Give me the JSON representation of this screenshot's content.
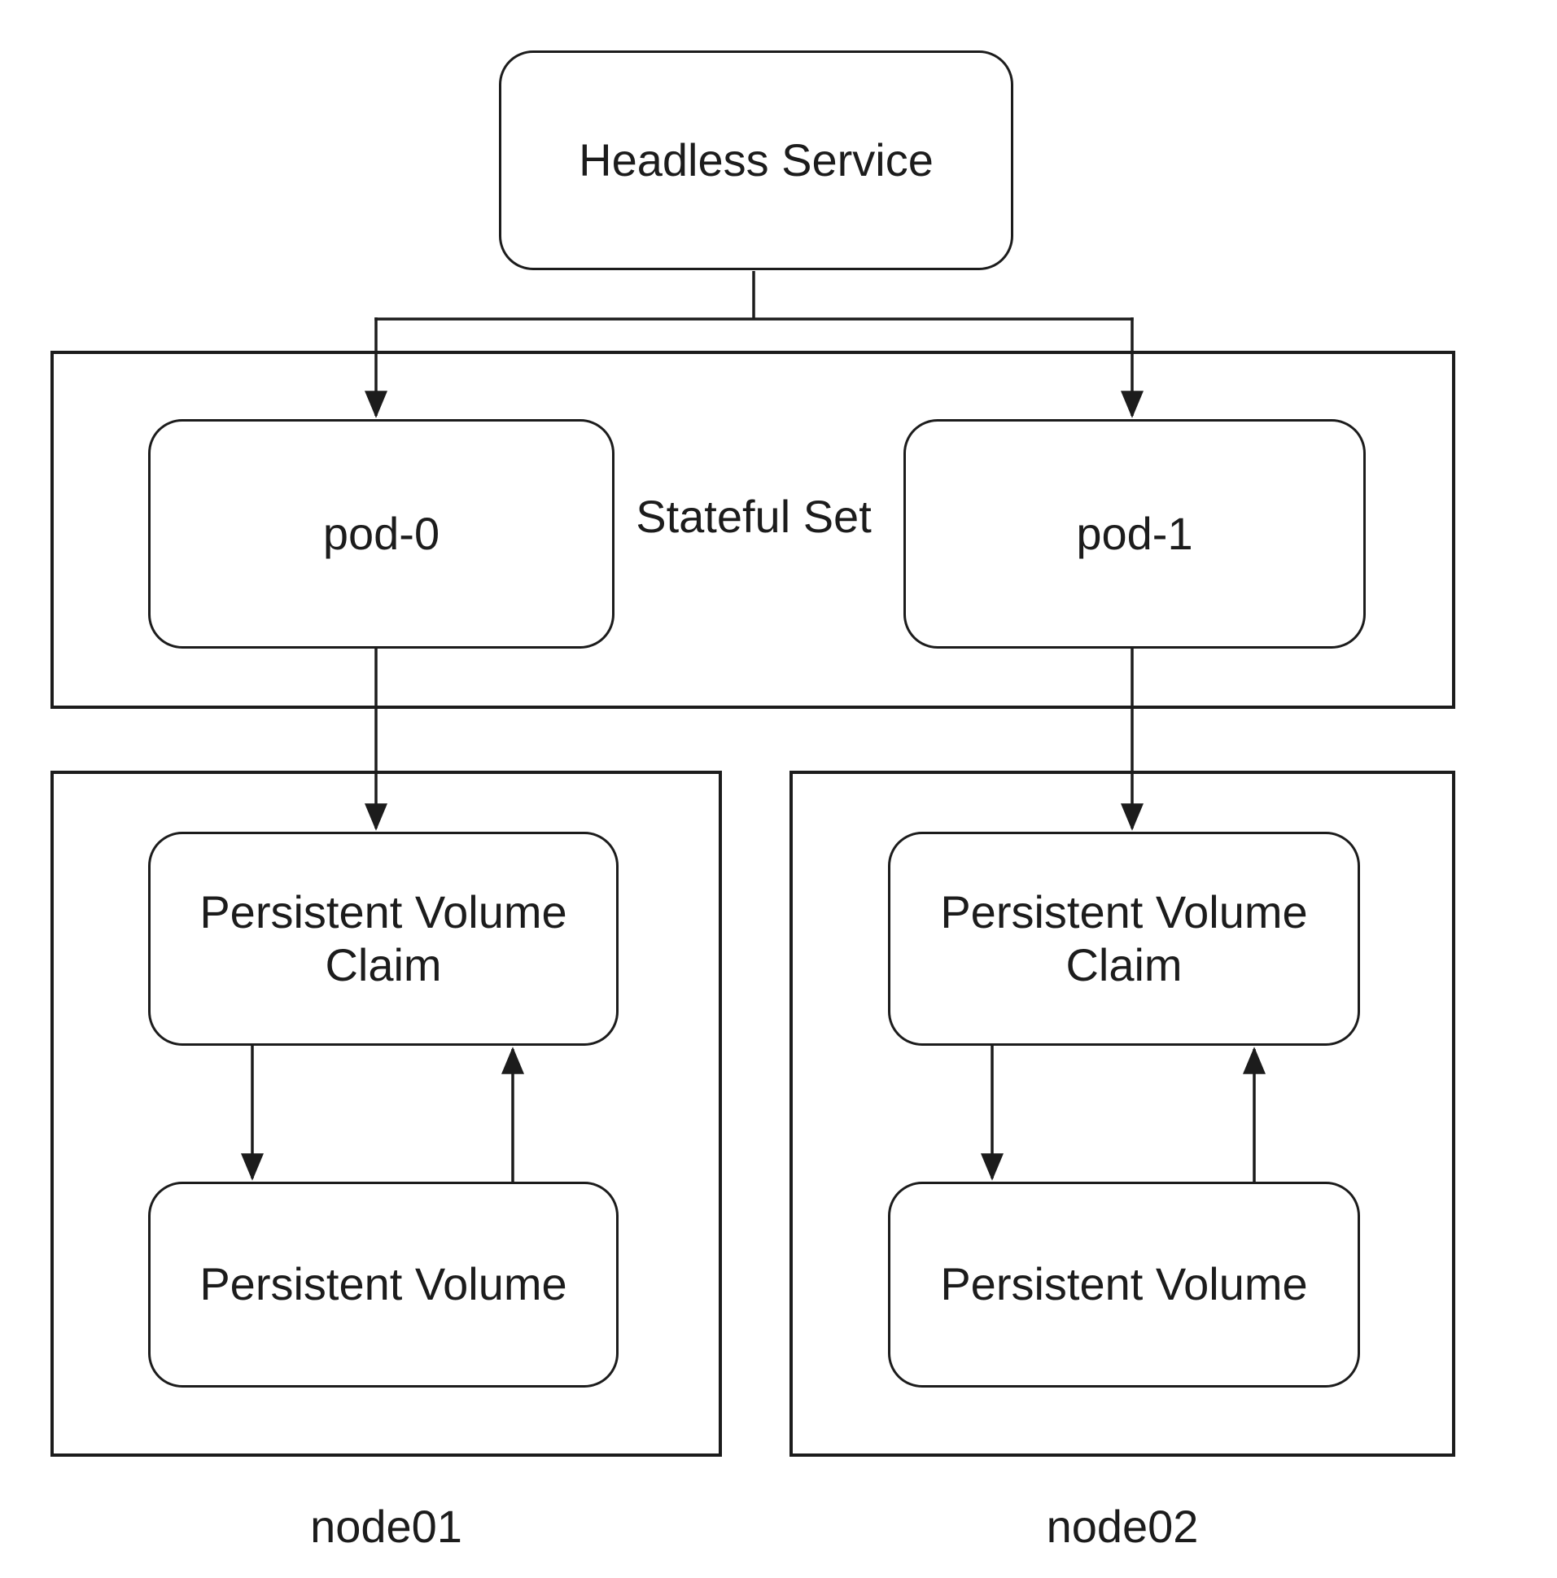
{
  "diagram": {
    "colors": {
      "line": "#1c1c1c",
      "text": "#1c1c1c",
      "background": "#ffffff",
      "box_fill": "#ffffff"
    },
    "headless_service": {
      "label": "Headless Service"
    },
    "stateful_set": {
      "label": "Stateful Set"
    },
    "pods": [
      {
        "label": "pod-0"
      },
      {
        "label": "pod-1"
      }
    ],
    "nodes": [
      {
        "label": "node01",
        "pvc_label": "Persistent Volume Claim",
        "pv_label": "Persistent Volume"
      },
      {
        "label": "node02",
        "pvc_label": "Persistent Volume Claim",
        "pv_label": "Persistent Volume"
      }
    ]
  }
}
